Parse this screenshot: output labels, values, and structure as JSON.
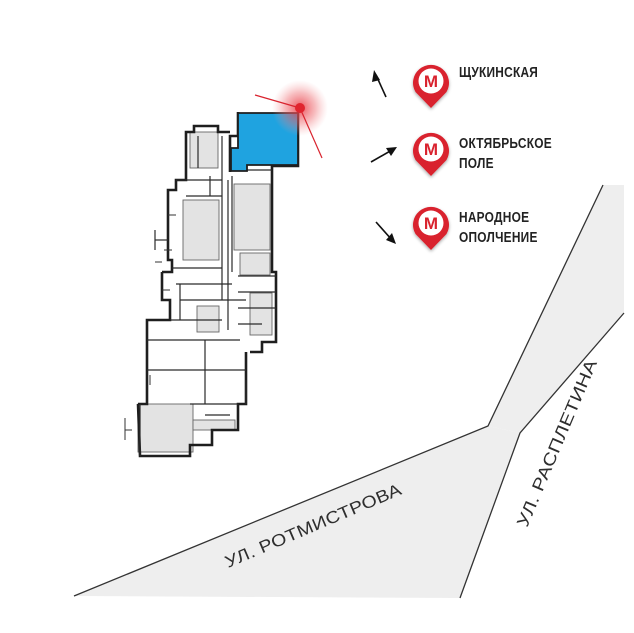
{
  "colors": {
    "highlight": "#1fa3e0",
    "marker": "#d9232e",
    "road_band": "#eeeeee",
    "building_fill": "#e3e3e3",
    "outline": "#222222"
  },
  "metro": {
    "badge_letter": "М",
    "stations": [
      {
        "id": "st1",
        "lines": [
          "ЩУКИНСКАЯ"
        ],
        "direction": "north-west"
      },
      {
        "id": "st2",
        "lines": [
          "ОКТЯБРЬСКОЕ",
          "ПОЛЕ"
        ],
        "direction": "north-east"
      },
      {
        "id": "st3",
        "lines": [
          "НАРОДНОЕ",
          "ОПОЛЧЕНИЕ"
        ],
        "direction": "south-east"
      }
    ]
  },
  "streets": {
    "horizontal": "УЛ. РОТМИСТРОВА",
    "vertical": "УЛ. РАСПЛЕТИНА"
  },
  "view": {
    "viewpoint_icon": "view-direction-marker",
    "selected_unit_icon": "highlighted-apartment"
  }
}
